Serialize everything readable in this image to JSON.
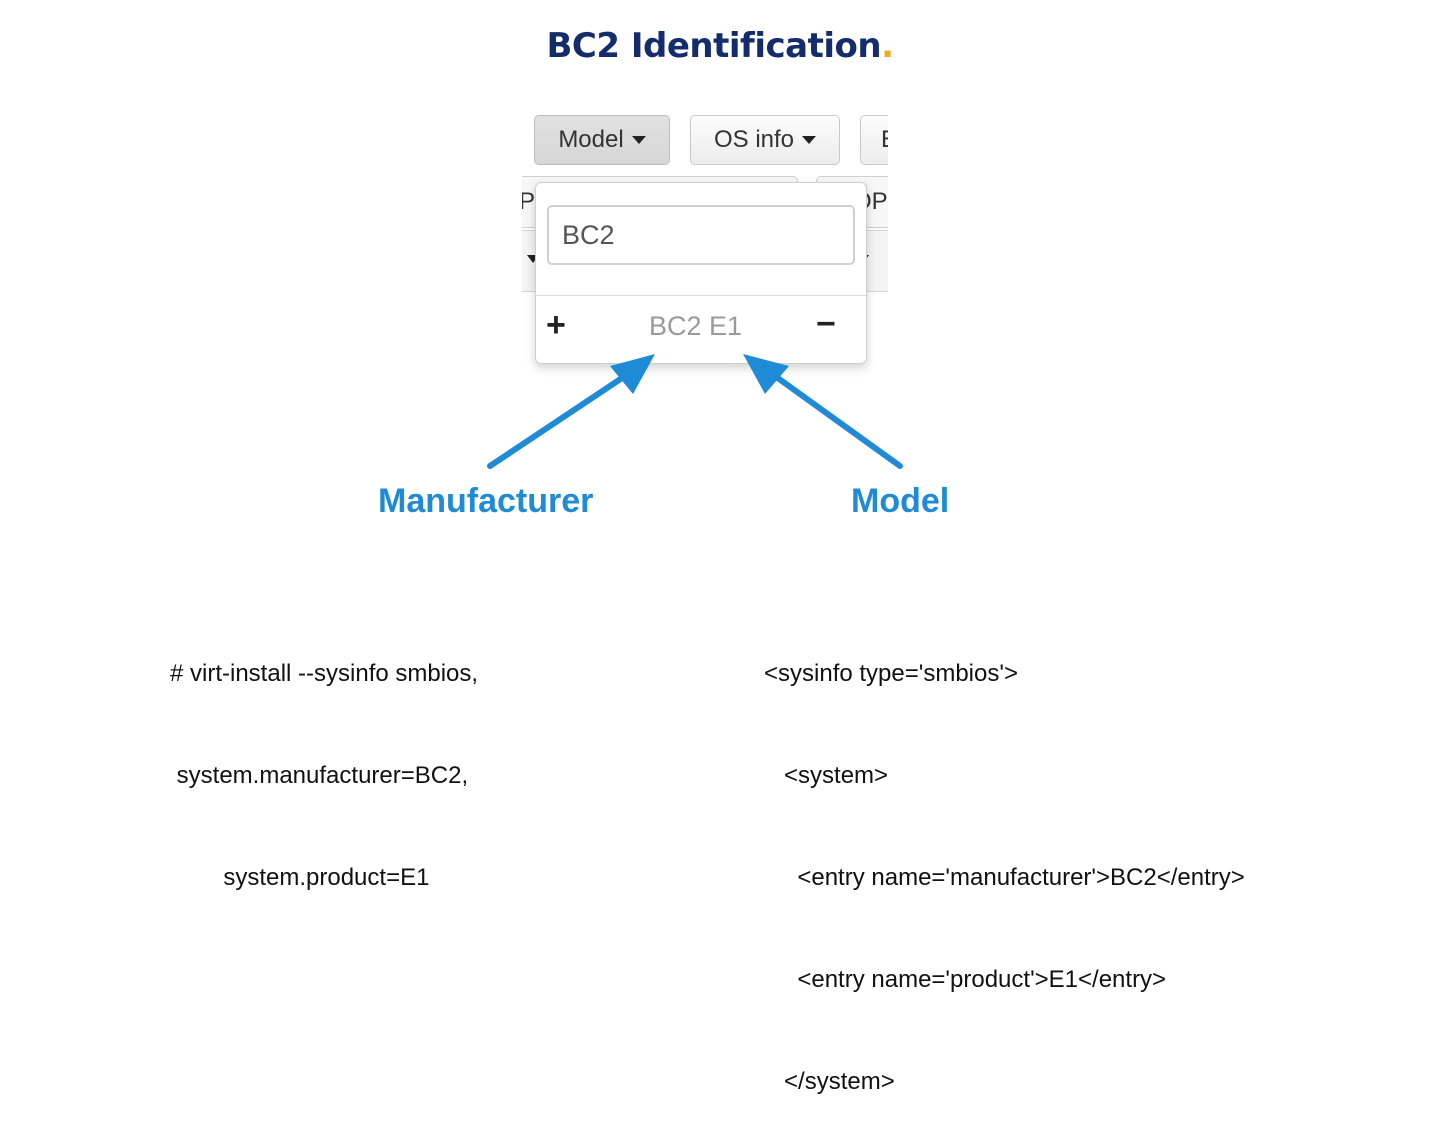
{
  "title": {
    "text": "BC2 Identification",
    "dot": "."
  },
  "screenshot": {
    "toolbar": [
      {
        "label": "Model",
        "active": true
      },
      {
        "label": "OS info",
        "active": false
      },
      {
        "label": "E",
        "active": false
      }
    ],
    "row2_fragments": {
      "left": "P(",
      "right": "OP"
    },
    "dropdown": {
      "input_value": "BC2",
      "item_label": "BC2 E1",
      "add_symbol": "+",
      "remove_symbol": "−"
    }
  },
  "annotations": {
    "manufacturer_label": "Manufacturer",
    "model_label": "Model",
    "arrow_color": "#1f8ad6"
  },
  "code_left": [
    "# virt-install --sysinfo smbios,",
    " system.manufacturer=BC2,",
    "        system.product=E1"
  ],
  "code_right": [
    "<sysinfo type='smbios'>",
    "   <system>",
    "     <entry name='manufacturer'>BC2</entry>",
    "     <entry name='product'>E1</entry>",
    "   </system>"
  ],
  "colors": {
    "title": "#142c6b",
    "title_dot": "#f2a91a",
    "annotation_blue": "#1f8ad6"
  }
}
